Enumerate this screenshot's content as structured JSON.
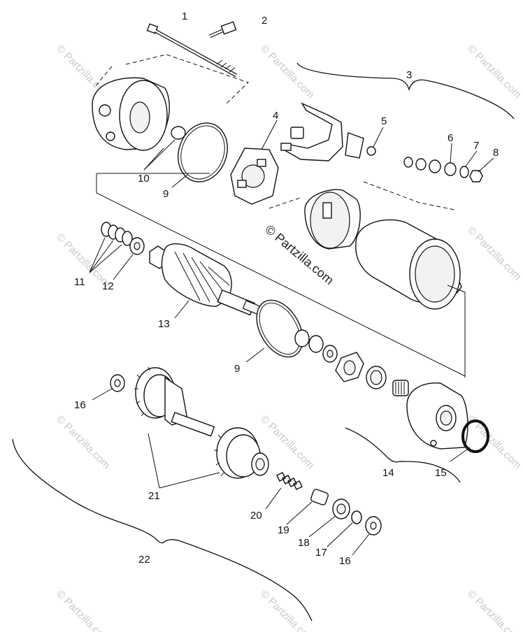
{
  "callouts": {
    "c1": "1",
    "c2": "2",
    "c3": "3",
    "c4": "4",
    "c5": "5",
    "c6": "6",
    "c7": "7",
    "c8": "8",
    "c9a": "9",
    "c9b": "9",
    "c10": "10",
    "c11": "11",
    "c12": "12",
    "c13": "13",
    "c14": "14",
    "c15": "15",
    "c16a": "16",
    "c16b": "16",
    "c17": "17",
    "c18": "18",
    "c19": "19",
    "c20": "20",
    "c21": "21",
    "c22": "22"
  },
  "watermark": {
    "brand": "© Partzilla.com",
    "center": "© Partzilla.com"
  }
}
